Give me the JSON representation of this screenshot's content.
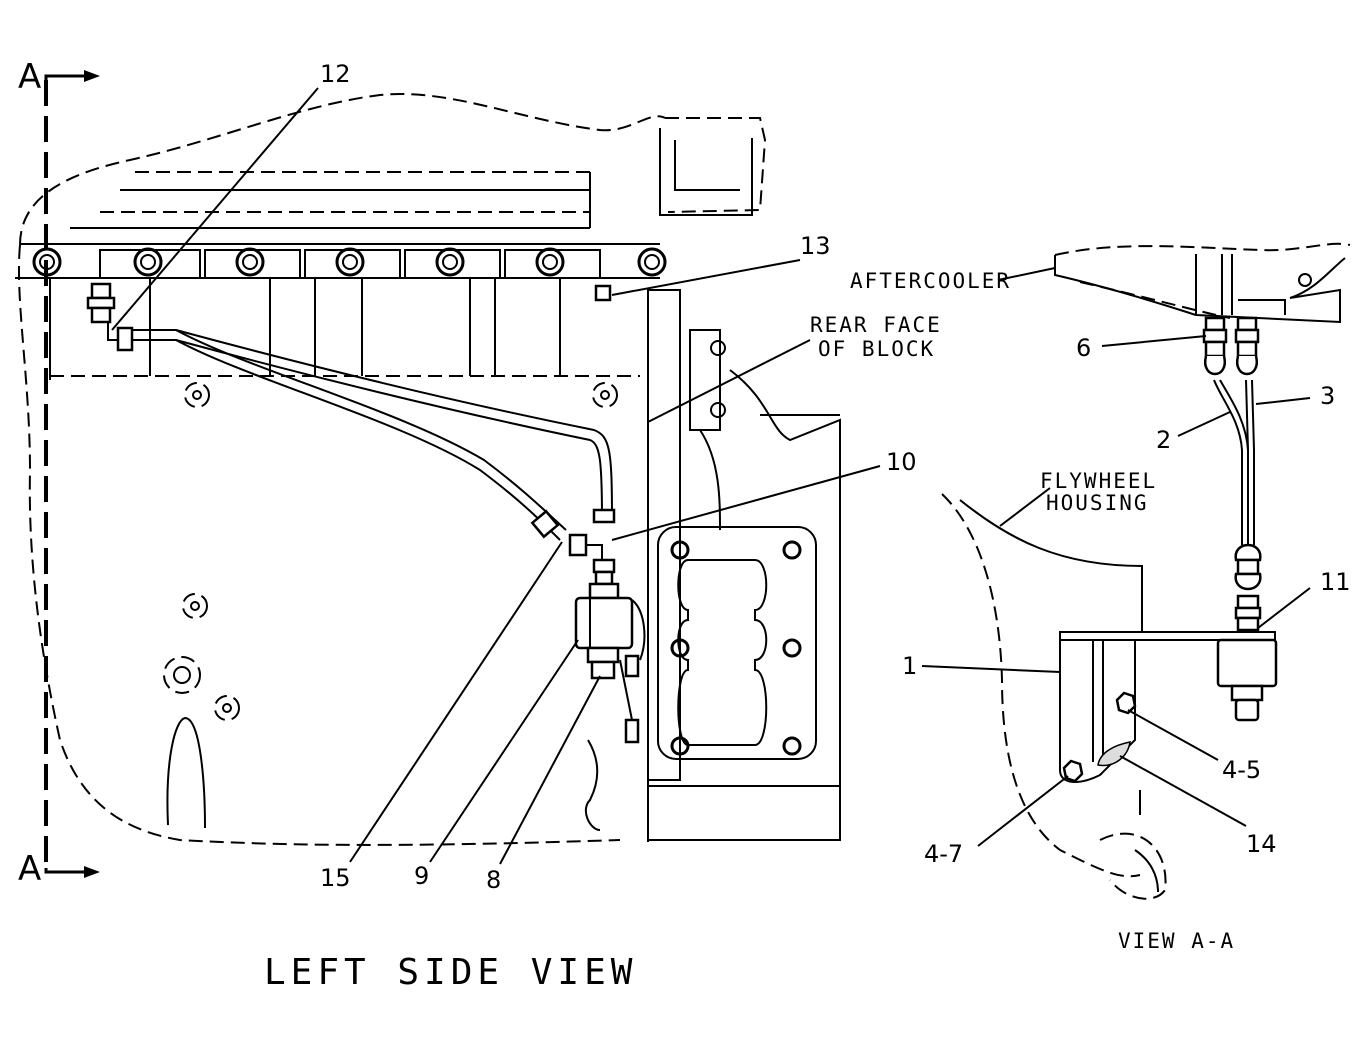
{
  "left_view": {
    "title": "LEFT SIDE VIEW",
    "section_marker_top": "A",
    "section_marker_bottom": "A",
    "callouts": {
      "c12": "12",
      "c13": "13",
      "c10": "10",
      "c15": "15",
      "c9": "9",
      "c8": "8"
    },
    "rear_face_line1": "REAR FACE",
    "rear_face_line2": "OF BLOCK"
  },
  "right_view": {
    "title": "VIEW A-A",
    "aftercooler": "AFTERCOOLER",
    "flywheel_line1": "FLYWHEEL",
    "flywheel_line2": "HOUSING",
    "callouts": {
      "c6": "6",
      "c3": "3",
      "c2": "2",
      "c11": "11",
      "c1": "1",
      "c4_5": "4-5",
      "c4_7": "4-7",
      "c14": "14"
    }
  }
}
